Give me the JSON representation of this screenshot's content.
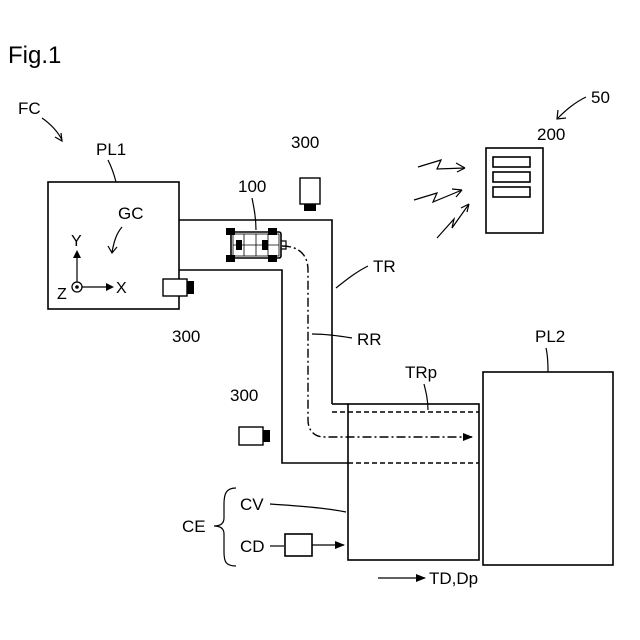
{
  "figure": {
    "title": "Fig.1",
    "labels": {
      "fc": "FC",
      "pl1": "PL1",
      "gc": "GC",
      "axis_y": "Y",
      "axis_x": "X",
      "axis_z": "Z",
      "camera_top": "300",
      "camera_left": "300",
      "camera_mid": "300",
      "vehicle": "100",
      "tr": "TR",
      "rr": "RR",
      "server_group": "50",
      "server": "200",
      "pl2": "PL2",
      "trp": "TRp",
      "ce": "CE",
      "cv": "CV",
      "cd": "CD",
      "td_dp": "TD,Dp"
    }
  }
}
